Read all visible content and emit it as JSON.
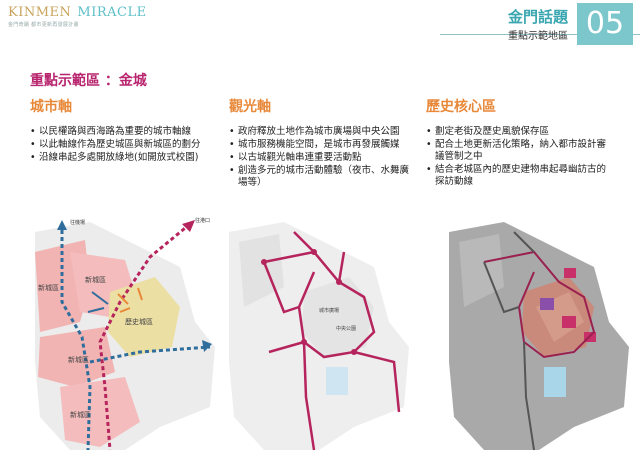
{
  "header": {
    "brand_kinmen": "KINMEN",
    "brand_miracle": "MIRACLE",
    "brand_tagline": "金門奇蹟  都市更新再發展計畫",
    "section_title": "金門話題",
    "section_subtitle": "重點示範地區",
    "section_number": "05"
  },
  "page_title": "重點示範區 ：金城",
  "columns": [
    {
      "heading": "城市軸",
      "items": [
        "以民權路與西海路為重要的城市軸線",
        "以此軸線作為歷史城區與新城區的劃分",
        "沿線串起多處開放綠地(如開放式校園)"
      ]
    },
    {
      "heading": "觀光軸",
      "items": [
        "政府釋放土地作為城市廣場與中央公園",
        "城市服務機能空間，是城市再發展觸媒",
        "以古城觀光軸串連重要活動點",
        "創造多元的城市活動體驗（夜市、水舞廣場等）"
      ]
    },
    {
      "heading": "歷史核心區",
      "items": [
        "劃定老街及歷史風貌保存區",
        "配合土地更新活化策略，納入都市設計審議管制之中",
        "結合老城區內的歷史建物串起尋幽訪古的探訪動線"
      ]
    }
  ],
  "map1": {
    "label_top1": "往機場",
    "label_top2": "往港口",
    "zone_new1": "新城區",
    "zone_new2": "新城區",
    "zone_new3": "新城區",
    "zone_new4": "新城區",
    "zone_history": "歷史城區"
  },
  "map2": {
    "label_a": "城市廣場",
    "label_b": "中央公園"
  },
  "colors": {
    "accent_magenta": "#b8246d",
    "accent_orange": "#e8893a",
    "accent_teal": "#3aa6b0",
    "axis_blue": "#2f6e9c",
    "axis_red": "#b5245c",
    "zone_pink": "#f2b3b3",
    "zone_yellow": "#ecdfa4"
  }
}
